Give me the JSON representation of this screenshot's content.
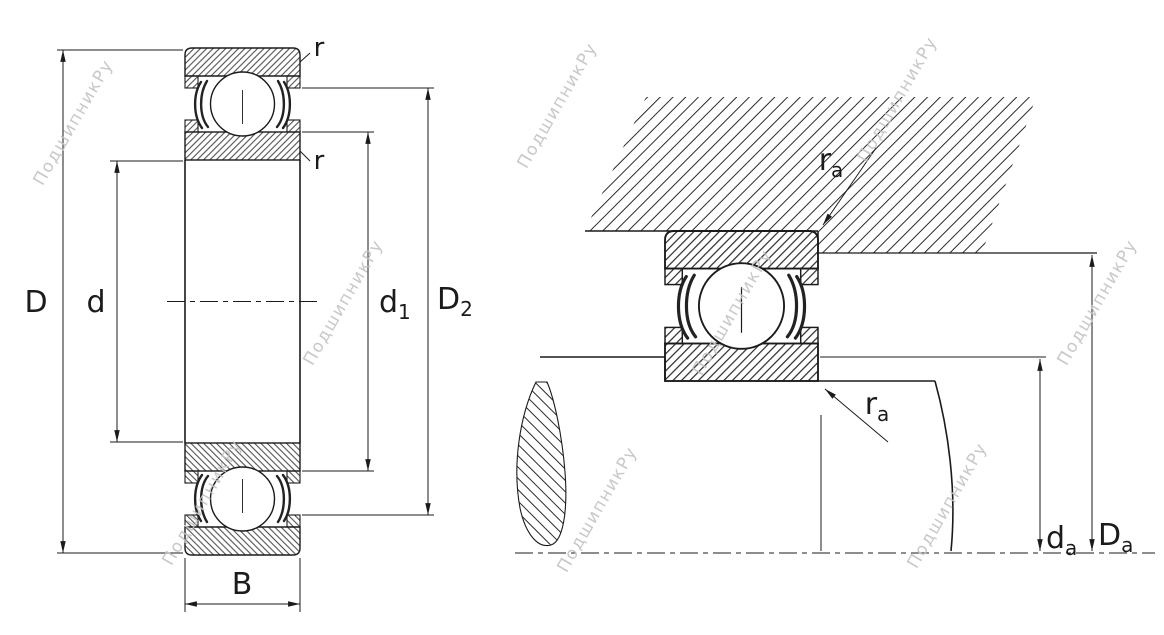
{
  "watermark": {
    "text": "ПодшипникРу"
  },
  "front_view": {
    "dim_D": {
      "base": "D"
    },
    "dim_d": {
      "base": "d"
    },
    "dim_d1": {
      "base": "d",
      "sub": "1"
    },
    "dim_D2": {
      "base": "D",
      "sub": "2"
    },
    "dim_B": {
      "base": "B"
    },
    "dim_r_top": {
      "base": "r"
    },
    "dim_r_bottom": {
      "base": "r"
    }
  },
  "mounted_view": {
    "dim_ra_top": {
      "base": "r",
      "sub": "a"
    },
    "dim_ra_bottom": {
      "base": "r",
      "sub": "a"
    },
    "dim_da": {
      "base": "d",
      "sub": "a"
    },
    "dim_Da": {
      "base": "D",
      "sub": "a"
    }
  }
}
